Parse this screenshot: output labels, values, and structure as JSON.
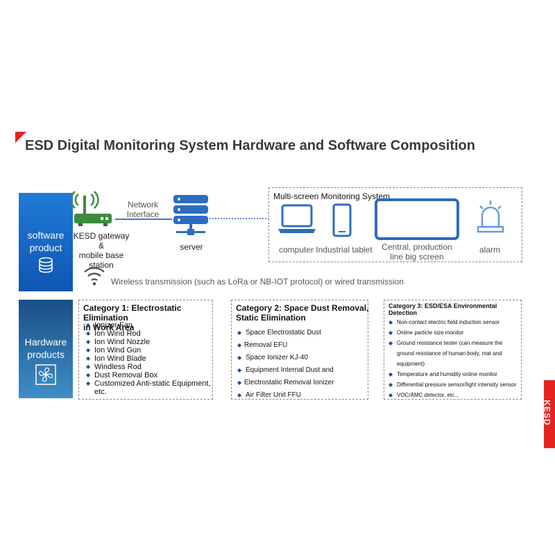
{
  "title": "ESD Digital Monitoring System Hardware and Software Composition",
  "software": {
    "label_line1": "software",
    "label_line2": "product",
    "gateway_line1": "KESD gateway &",
    "gateway_line2": "mobile base",
    "gateway_line3": "station",
    "network_line1": "Network",
    "network_line2": "Interface",
    "server": "server",
    "multiscreen_title": "Multi-screen Monitoring System",
    "computer": "computer",
    "tablet": "Industrial tablet",
    "bigscreen_line1": "Central, production",
    "bigscreen_line2": "line big screen",
    "alarm": "alarm",
    "wireless": "Wireless transmission (such as LoRa or NB-IOT protocol) or wired transmission"
  },
  "hardware": {
    "label_line1": "Hardware",
    "label_line2": "products",
    "cat1": {
      "title_line1": "Category 1: Electrostatic Elimination",
      "title_line2": "in Work Area",
      "items": [
        "Ionizer Fan",
        "Ion Wind Rod",
        "Ion Wind Nozzle",
        "Ion Wind Gun",
        "Ion Wind Blade",
        "Windless Rod",
        "Dust Removal Box"
      ],
      "item_last_line1": "Customized Anti-static Equipment,",
      "item_last_line2": "etc."
    },
    "cat2": {
      "title_line1": "Category 2: Space Dust Removal,",
      "title_line2": "Static Elimination",
      "item1_line1": "Space Electrostatic Dust",
      "item1_line2": "Removal EFU",
      "item2": "Space Ionizer KJ-40",
      "item3_line1": "Equipment Internal Dust and",
      "item3_line2": "Electrostatic Removal Ionizer",
      "item4": "Air Filter Unit FFU"
    },
    "cat3": {
      "title_line1": "Category 3: ESD/ESA Environmental",
      "title_line2": "Detection",
      "item1": "Non-contact electric field induction sensor",
      "item2": "Online particle size monitor",
      "item3_line1": "Ground resistance tester (can measure the",
      "item3_line2": "ground resistance of human body, mat and",
      "item3_line3": "equipment)",
      "item4": "Temperature and humidity online monitor",
      "item5": "Differential pressure sensor/light intensity sensor",
      "item6": "VOC/AMC detector, etc..."
    }
  },
  "brand": "KESD",
  "colors": {
    "accent": "#e52421",
    "blue": "#1f7ad6",
    "green": "#3d8b3d"
  }
}
